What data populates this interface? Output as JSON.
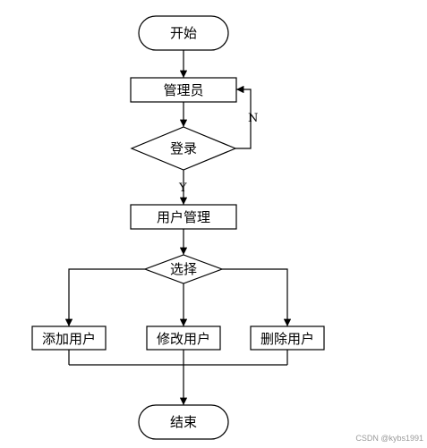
{
  "nodes": {
    "start": "开始",
    "admin": "管理员",
    "login": "登录",
    "user_mgmt": "用户管理",
    "select": "选择",
    "add_user": "添加用户",
    "edit_user": "修改用户",
    "delete_user": "删除用户",
    "end": "结束"
  },
  "edges": {
    "no_label": "N",
    "yes_label": "Y"
  },
  "watermark": "CSDN @kybs1991"
}
